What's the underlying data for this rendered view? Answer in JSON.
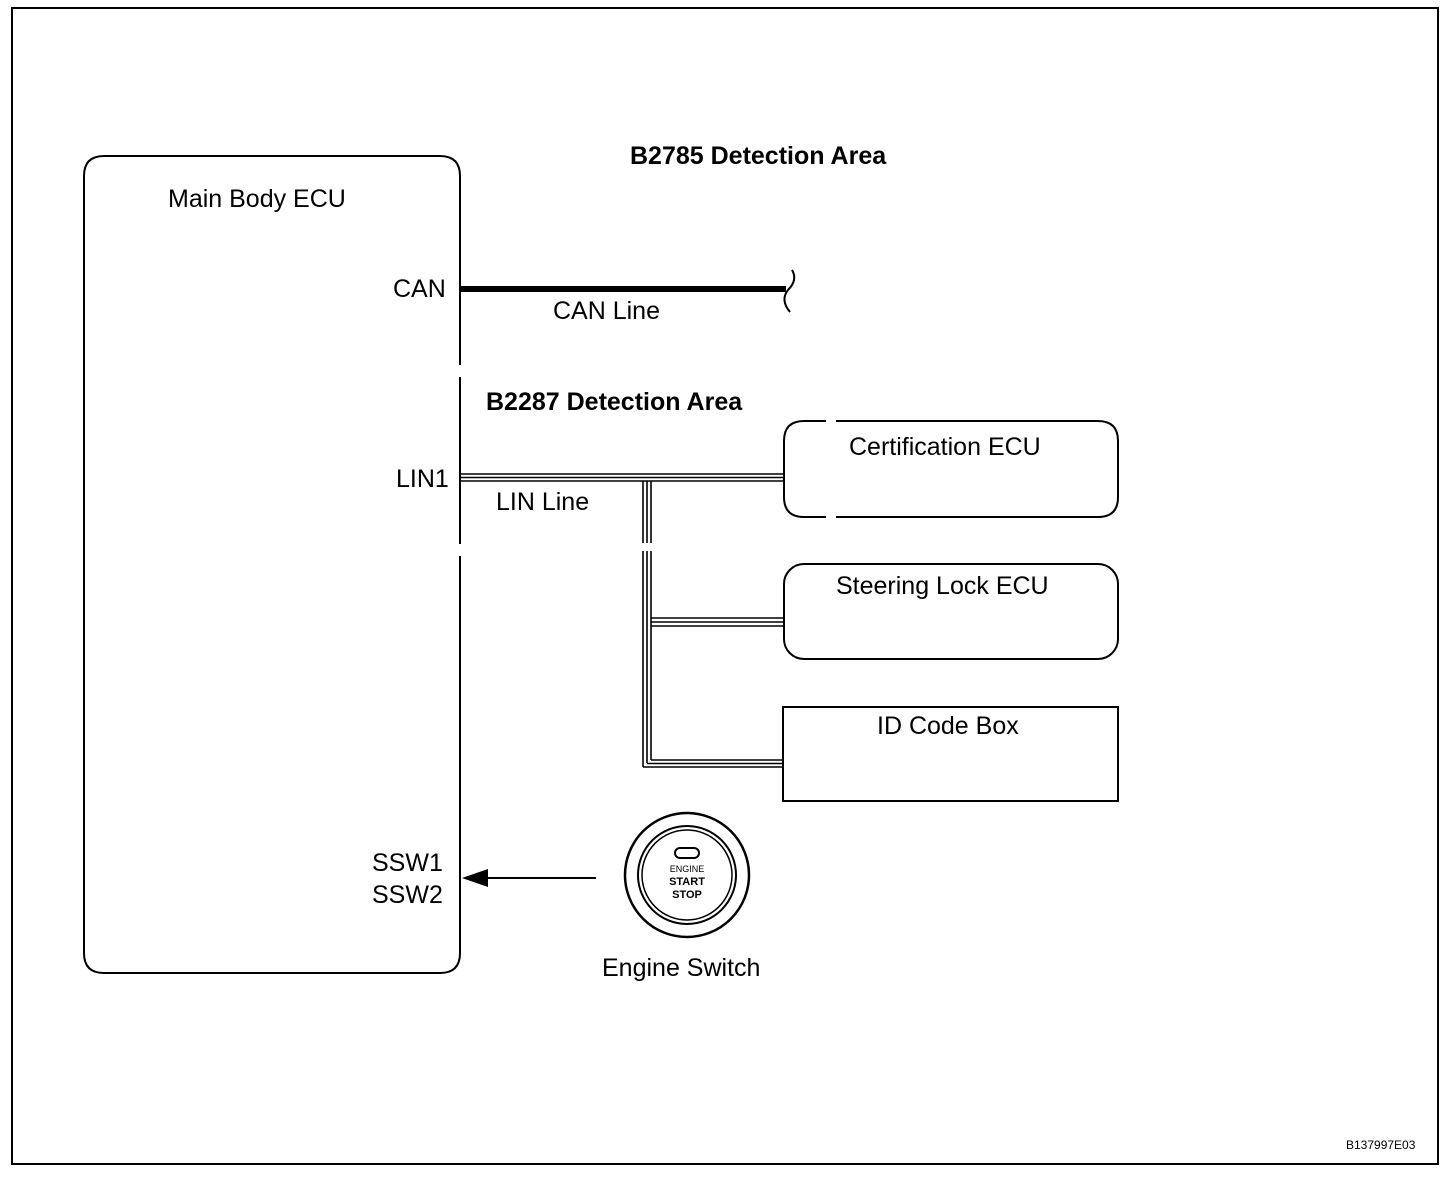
{
  "areas": {
    "b2785": "B2785 Detection Area",
    "b2287": "B2287 Detection Area"
  },
  "main_ecu": {
    "title": "Main Body ECU",
    "pins": {
      "can": "CAN",
      "lin1": "LIN1",
      "ssw1": "SSW1",
      "ssw2": "SSW2"
    }
  },
  "lines": {
    "can": "CAN Line",
    "lin": "LIN Line"
  },
  "components": {
    "certification_ecu": "Certification ECU",
    "steering_lock_ecu": "Steering Lock ECU",
    "id_code_box": "ID Code Box"
  },
  "engine_switch": {
    "label": "Engine Switch",
    "button_line1": "ENGINE",
    "button_line2": "START",
    "button_line3": "STOP"
  },
  "figure_ref": "B137997E03"
}
